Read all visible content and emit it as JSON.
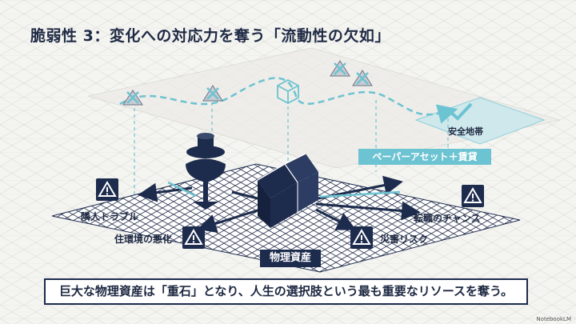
{
  "title": "脆弱性 3：変化への対応力を奪う「流動性の欠如」",
  "labels": {
    "safe_zone": "安全地帯",
    "paper_assets": "ペーパーアセット＋賃貸",
    "physical_assets": "物理資産",
    "neighbor_trouble": "隣人トラブル",
    "environment_decline": "住環境の悪化",
    "disaster_risk": "災害リスク",
    "job_change_chance": "転職のチャンス"
  },
  "caption": "巨大な物理資産は「重石」となり、人生の選択肢という最も重要なリソースを奪う。",
  "brand": "NotebookLM",
  "icons": [
    "pin-icon",
    "house-icon",
    "warning-icon",
    "check-icon",
    "cube-icon",
    "crossed-triangle-icon"
  ],
  "colors": {
    "navy": "#1d2b4d",
    "teal": "#6cc3d1",
    "background": "#f4f4f1"
  }
}
